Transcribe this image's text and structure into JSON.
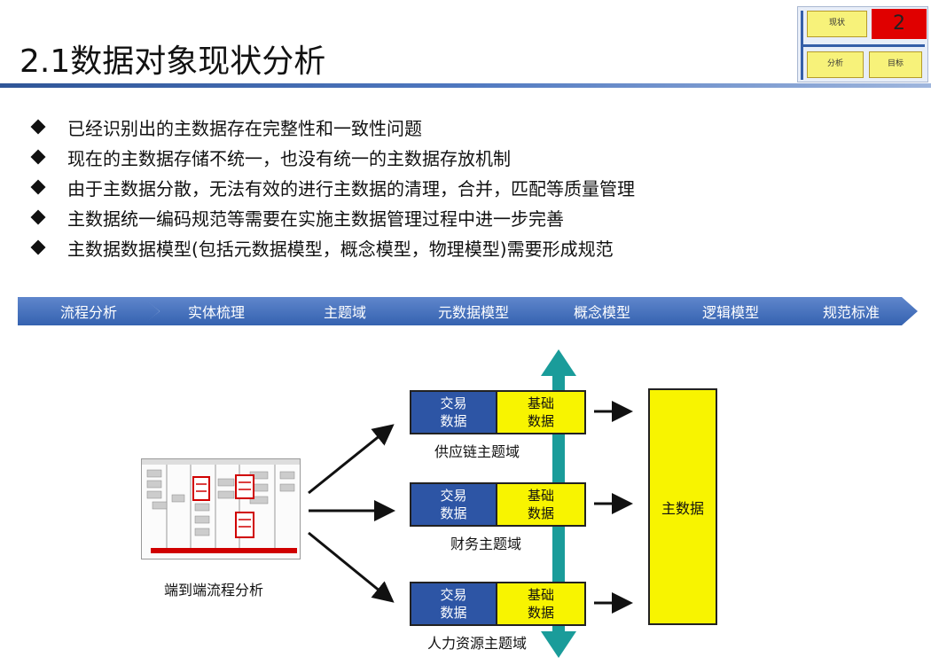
{
  "slide": {
    "title": "2.1数据对象现状分析"
  },
  "thumbnail": {
    "number": "2",
    "cells": [
      "现状",
      "分析",
      "目标"
    ]
  },
  "bullets": [
    "已经识别出的主数据存在完整性和一致性问题",
    "现在的主数据存储不统一，也没有统一的主数据存放机制",
    "由于主数据分散，无法有效的进行主数据的清理，合并，匹配等质量管理",
    "主数据统一编码规范等需要在实施主数据管理过程中进一步完善",
    "主数据数据模型(包括元数据模型，概念模型，物理模型)需要形成规范"
  ],
  "process_steps": [
    "流程分析",
    "实体梳理",
    "主题域",
    "元数据模型",
    "概念模型",
    "逻辑模型",
    "规范标准"
  ],
  "diagram": {
    "source_caption": "端到端流程分析",
    "domains": [
      {
        "left": "交易\n数据",
        "right": "基础\n数据",
        "caption": "供应链主题域"
      },
      {
        "left": "交易\n数据",
        "right": "基础\n数据",
        "caption": "财务主题域"
      },
      {
        "left": "交易\n数据",
        "right": "基础\n数据",
        "caption": "人力资源主题域"
      }
    ],
    "master_label": "主数据"
  },
  "colors": {
    "blue": "#2d55a5",
    "yellow": "#f8f400",
    "teal_arrow": "#1a9c9a",
    "chevron": "#4a74be",
    "thumb_red": "#e00000"
  }
}
